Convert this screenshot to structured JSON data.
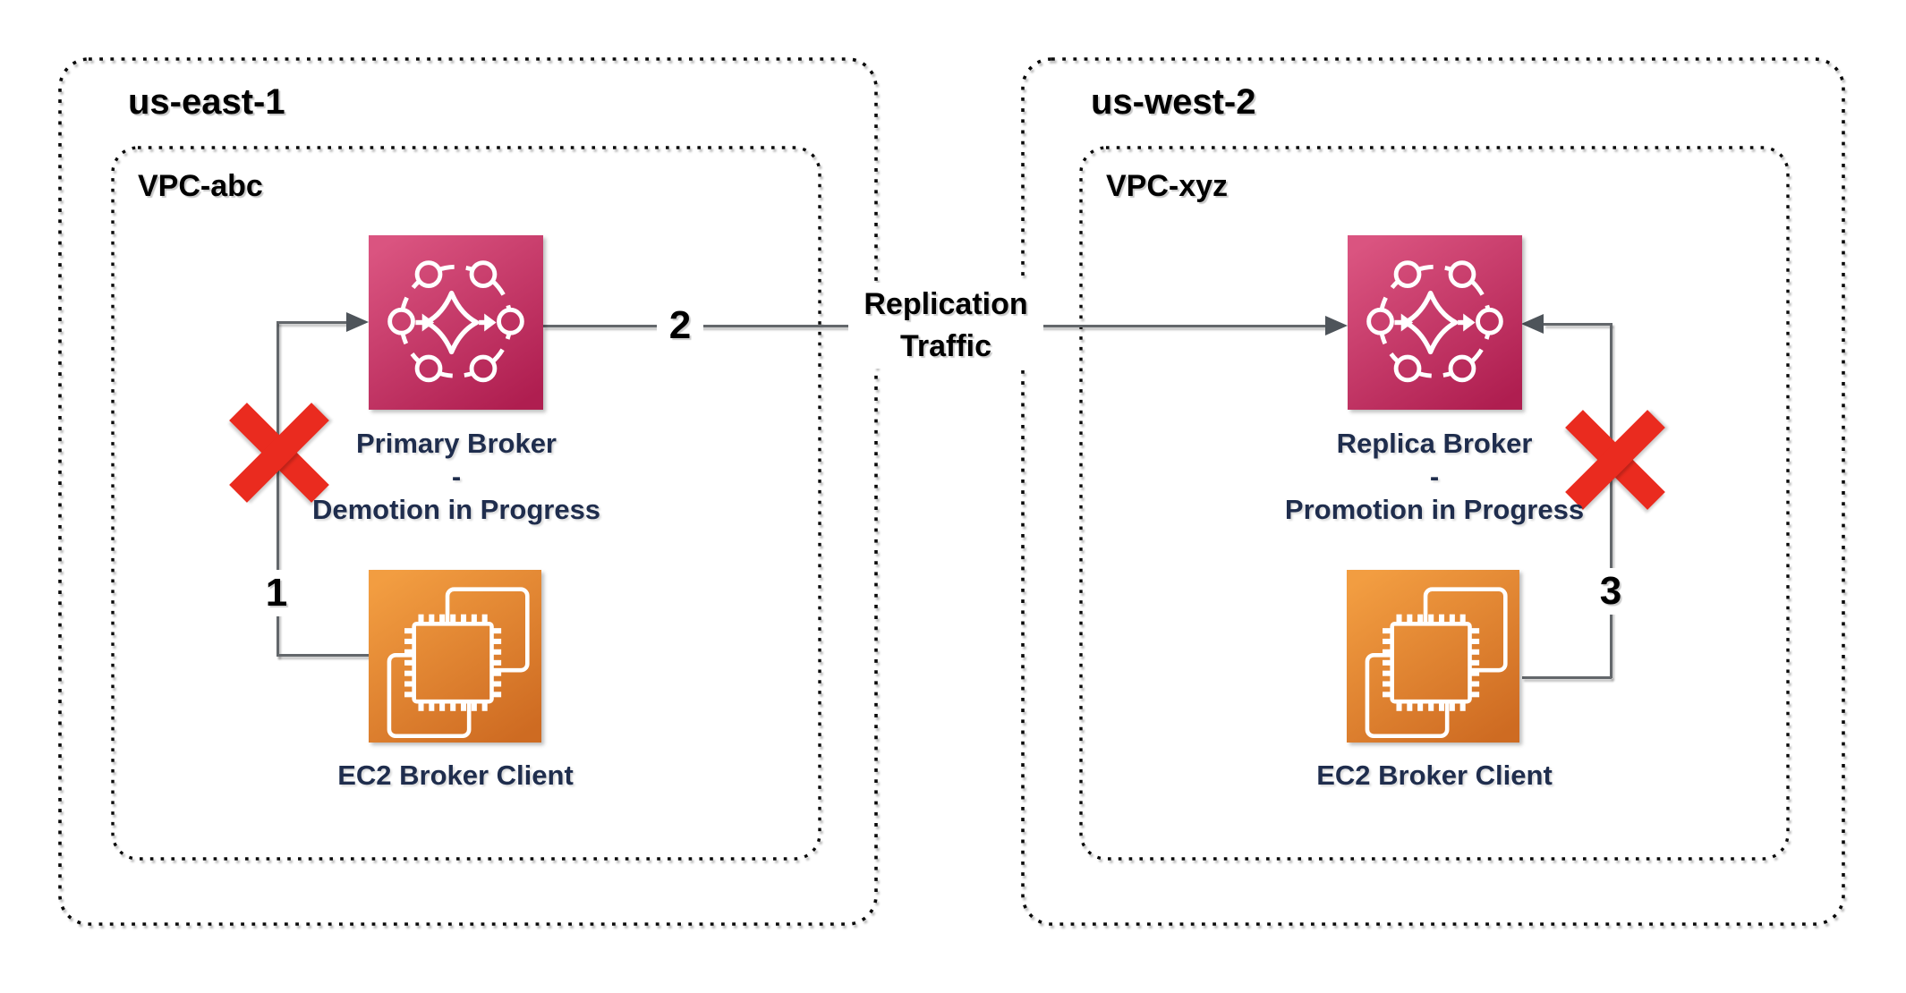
{
  "diagram": {
    "regions": [
      {
        "name": "us-east-1",
        "vpc_name": "VPC-abc",
        "broker_label_line1": "Primary Broker",
        "broker_label_separator": "-",
        "broker_label_line3": "Demotion in Progress",
        "client_label": "EC2 Broker Client",
        "client_connection_step": "1"
      },
      {
        "name": "us-west-2",
        "vpc_name": "VPC-xyz",
        "broker_label_line1": "Replica Broker",
        "broker_label_separator": "-",
        "broker_label_line3": "Promotion in Progress",
        "client_label": "EC2 Broker Client",
        "client_connection_step": "3"
      }
    ],
    "replication_link": {
      "step": "2",
      "label_line1": "Replication",
      "label_line2": "Traffic"
    },
    "icons": {
      "broker": "amazon-mq-broker-icon",
      "client": "ec2-instance-icon",
      "error": "red-x-error-icon"
    },
    "colors": {
      "broker_g1": "#DA5480",
      "broker_g2": "#AF1E50",
      "ec2_g1": "#F29D41",
      "ec2_g2": "#CE6B22",
      "line_color": "#63676B",
      "arrow_color": "#4E545A",
      "error_red": "#EA2B1F",
      "node_label_color": "#1F2D4D",
      "title_color": "#000000"
    }
  }
}
